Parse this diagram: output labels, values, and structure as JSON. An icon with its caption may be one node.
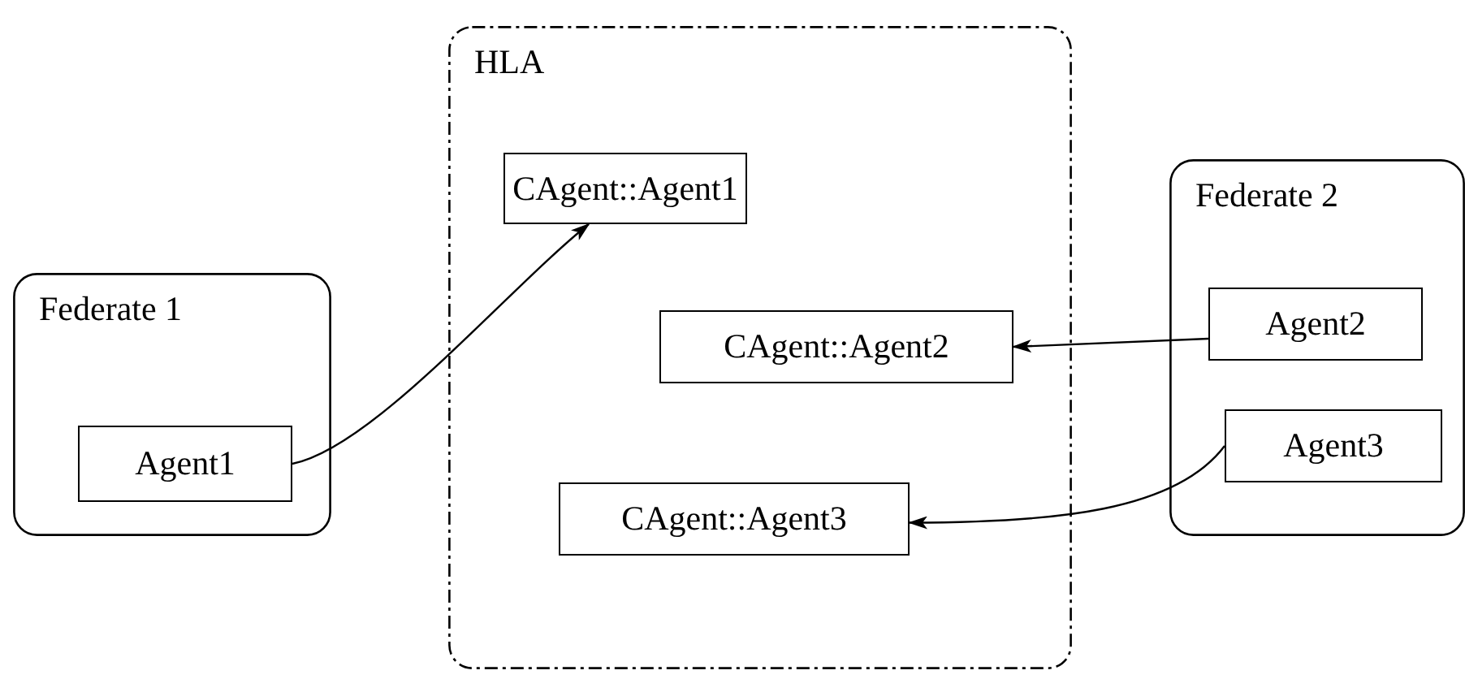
{
  "diagram": {
    "nodes": [
      {
        "text": [
          "HLA"
        ]
      },
      {
        "text": [
          "CAgent::Agent1"
        ],
        "in": 0
      },
      {
        "text": [
          "CAgent::Agent2"
        ],
        "in": 0
      },
      {
        "text": [
          "CAgent::Agent3"
        ],
        "in": 0
      },
      {
        "text": [
          "Federate 1"
        ]
      },
      {
        "text": [
          "Agent1"
        ],
        "in": 4
      },
      {
        "text": [
          "Federate 2"
        ]
      },
      {
        "text": [
          "Agent2"
        ],
        "in": 6
      },
      {
        "text": [
          "Agent3"
        ],
        "in": 6
      }
    ],
    "edges": [
      {
        "from": 5,
        "to": 1,
        "arrow": "to"
      },
      {
        "from": 7,
        "to": 2,
        "arrow": "to"
      },
      {
        "from": 8,
        "to": 3,
        "arrow": "to"
      }
    ]
  }
}
